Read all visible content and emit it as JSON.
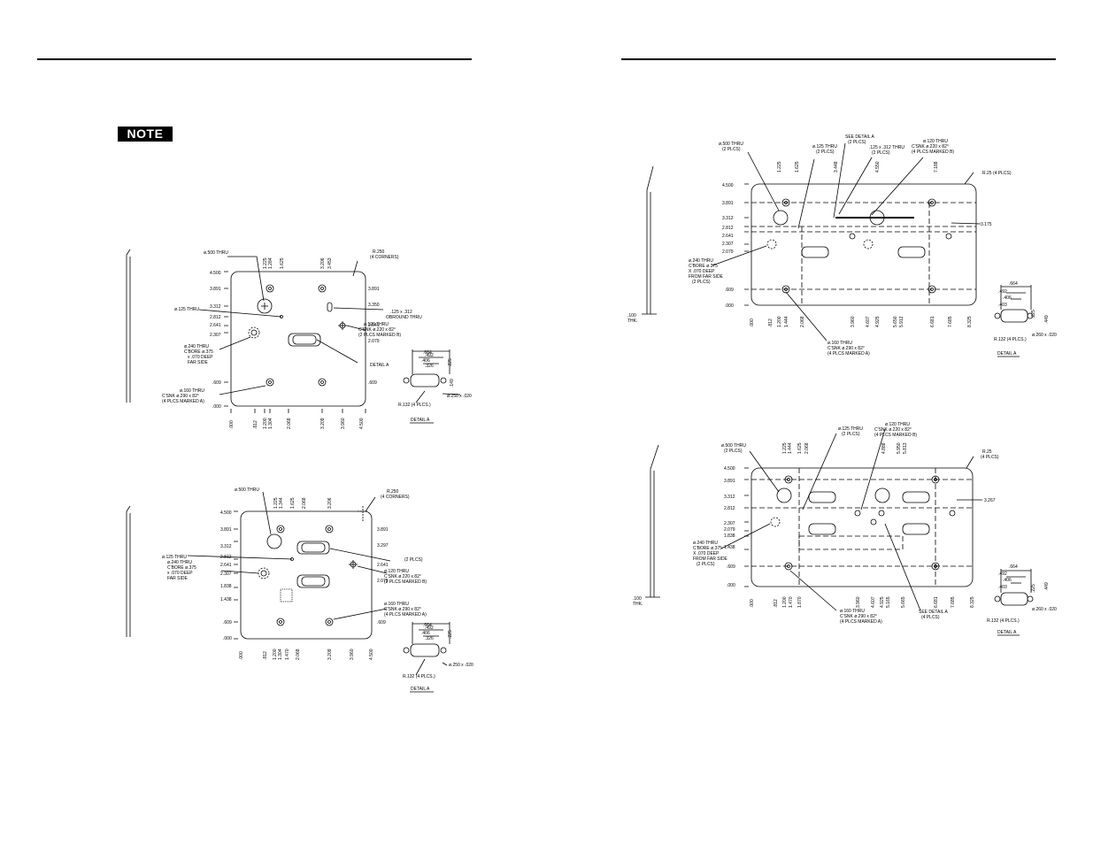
{
  "note_label": "NOTE",
  "drawings": {
    "d1": {
      "callouts": {
        "hole500": "ø.500 THRU",
        "hole125": "ø.125 THRU",
        "c240": [
          "ø.240 THRU",
          "C'BORE ø.375",
          "x .070 DEEP",
          "FAR SIDE"
        ],
        "c160": [
          "ø.160 THRU",
          "C'SNK ø.290 x 82°",
          "(4 PLCS MARKED A)"
        ],
        "c120": [
          "ø.120 THRU",
          "C'SNK ø.220 x 82°",
          "(2 PLCS MARKED B)"
        ],
        "radius": [
          "R.250",
          "(4 CORNERS)"
        ],
        "slot": [
          ".125 x .312",
          "OBROUND THRU"
        ],
        "detail": "DETAIL A"
      },
      "y_dims": [
        "4.500",
        "3.891",
        "3.312",
        "2.812",
        "2.641",
        "2.307",
        ".609",
        ".000"
      ],
      "y_dims_right": [
        "3.891",
        "3.350",
        "2.641",
        "2.079",
        ".609"
      ],
      "x_dims": [
        ".000",
        ".812",
        "1.200",
        "1.304",
        "2.068",
        "3.209",
        "3.960",
        "4.500"
      ],
      "top_dims": [
        "1.225",
        "1.284",
        "1.625",
        "3.206",
        "3.453"
      ],
      "detail_dims": [
        ".664",
        ".492",
        ".406",
        ".326",
        ".225",
        ".149"
      ],
      "detail_notes": [
        "R.132 (4 PLCS.)",
        "ø.250 x .020"
      ]
    },
    "d2": {
      "callouts": {
        "hole500": "ø.500 THRU",
        "hole125": "ø.125 THRU",
        "c240": [
          "ø.240 THRU",
          "C'BORE ø.375",
          "x .070 DEEP",
          "FAR SIDE"
        ],
        "c160": [
          "ø.160 THRU",
          "C'SNK ø.290 x 82°",
          "(4 PLCS MARKED A)"
        ],
        "c120": [
          "ø.120 THRU",
          "C'SNK ø.220 x 82°",
          "(2 PLCS MARKED B)"
        ],
        "plcs": "(2 PLCS)",
        "radius": [
          "R.250",
          "(4 CORNERS)"
        ],
        "detail": "DETAIL A"
      },
      "y_dims": [
        "4.500",
        "3.891",
        "3.312",
        "2.812",
        "2.641",
        "2.307",
        "1.838",
        "1.438",
        ".609",
        ".000"
      ],
      "y_dims_right": [
        "3.891",
        "3.297",
        "2.641",
        "2.079",
        ".609"
      ],
      "x_dims": [
        ".000",
        ".812",
        "1.200",
        "1.304",
        "1.470",
        "2.068",
        "3.209",
        "3.960",
        "4.500"
      ],
      "top_dims": [
        "1.225",
        "1.344",
        "1.625",
        "2.068",
        "3.206"
      ],
      "detail_dims": [
        ".664",
        ".492",
        ".406",
        ".326",
        ".225"
      ],
      "detail_notes": [
        "R.132 (4 PLCS.)",
        "ø.250 x .020"
      ]
    },
    "d3": {
      "callouts": {
        "hole500": [
          "ø.500 THRU",
          "(2 PLCS)"
        ],
        "hole125": [
          "ø.125 THRU",
          "(2 PLCS)"
        ],
        "see": [
          "SEE DETAIL A",
          "(2 PLCS)"
        ],
        "slot": [
          ".125 x .312 THRU",
          "(2 PLCS)"
        ],
        "c120": [
          "ø.120 THRU",
          "C'SNK ø.220 x 82°",
          "(4 PLCS MARKED B)"
        ],
        "radius": "R.25 (4 PLCS)",
        "c240": [
          "ø.240 THRU",
          "C'BORE ø.375",
          "X .070 DEEP",
          "FROM FAR SIDE",
          "(2 PLCS)"
        ],
        "c160": [
          "ø.160 THRU",
          "C'SNK ø.290 x 82°",
          "(4 PLCS MARKED A)"
        ],
        "thk": [
          ".100",
          "THK."
        ],
        "detail": "DETAIL A"
      },
      "y_dims": [
        "4.500",
        "3.891",
        "3.312",
        "2.812",
        "2.641",
        "2.307",
        "2.079",
        ".609",
        ".000"
      ],
      "y_dim_right": "3.175",
      "x_dims": [
        ".000",
        ".812",
        "1.200",
        "1.444",
        "2.068",
        "3.960",
        "4.607",
        "4.925",
        "5.650",
        "5.912",
        "6.681",
        "7.685",
        "8.325"
      ],
      "top_dims": [
        "1.225",
        "1.625",
        "3.448",
        "4.550",
        "7.188"
      ],
      "detail_dims": [
        ".664",
        ".492",
        ".406",
        ".403",
        ".225",
        ".449"
      ],
      "detail_notes": [
        "R.132 (4 PLCS.)",
        "ø.260 x .020"
      ]
    },
    "d4": {
      "callouts": {
        "hole500": [
          "ø.500 THRU",
          "(2 PLCS)"
        ],
        "hole125": [
          "ø.125 THRU",
          "(2 PLCS)"
        ],
        "c120": [
          "ø.120 THRU",
          "C'SNK ø.220 x 82°",
          "(4 PLCS MARKED B)"
        ],
        "radius": [
          "R.25",
          "(4 PLCS)"
        ],
        "c240": [
          "ø.240 THRU",
          "C'BORE ø.375",
          "X .070 DEEP",
          "FROM FAR SIDE",
          "(2 PLCS)"
        ],
        "c160": [
          "ø.160 THRU",
          "C'SNK ø.290 x 82°",
          "(4 PLCS MARKED A)"
        ],
        "see": [
          "SEE DETAIL A",
          "(4 PLCS)"
        ],
        "thk": [
          ".100",
          "THK."
        ],
        "detail": "DETAIL A"
      },
      "y_dims": [
        "4.500",
        "3.891",
        "3.312",
        "2.812",
        "2.307",
        "2.079",
        "1.838",
        "1.438",
        ".609",
        ".000"
      ],
      "y_dim_right": "3.267",
      "x_dims": [
        ".000",
        ".812",
        "1.200",
        "1.470",
        "1.870",
        "3.960",
        "4.607",
        "4.925",
        "5.165",
        "5.665",
        "6.681",
        "7.685",
        "8.325"
      ],
      "top_dims": [
        "1.225",
        "1.444",
        "1.625",
        "2.068",
        "4.888",
        "5.950",
        "5.813"
      ],
      "detail_dims": [
        ".664",
        ".492",
        ".406",
        ".403",
        ".225",
        ".449"
      ],
      "detail_notes": [
        "R.132 (4 PLCS.)",
        "ø.260 x .020"
      ]
    }
  }
}
